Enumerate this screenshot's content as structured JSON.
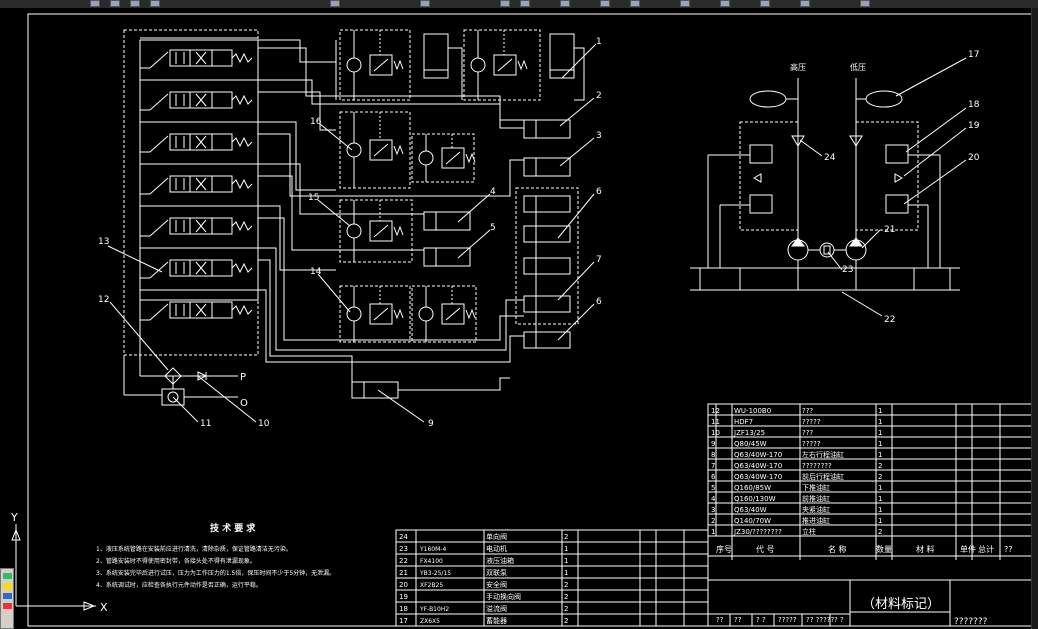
{
  "labels": {
    "c1": "1",
    "c2": "2",
    "c3": "3",
    "c4": "4",
    "c5": "5",
    "c6a": "6",
    "c7": "7",
    "c6b": "6",
    "c9": "9",
    "c10": "10",
    "c11": "11",
    "c12": "12",
    "c13": "13",
    "c14": "14",
    "c15": "15",
    "c16": "16",
    "c17": "17",
    "c18": "18",
    "c19": "19",
    "c20": "20",
    "c21": "21",
    "c22": "22",
    "c23": "23",
    "c24": "24"
  },
  "ports": {
    "p": "P",
    "o": "O"
  },
  "right_diagram": {
    "high_pressure": "高压",
    "low_pressure": "低压"
  },
  "ucs": {
    "x": "X",
    "y": "Y"
  },
  "tech_requirements": {
    "title": "技 术 要 求",
    "items": [
      "1、液压系统管路在安装前应进行清洗，清除杂质，保证管路清洁无污染。",
      "2、管路安装时不得使用密封带，各接头处不得有泄漏现象。",
      "3、系统安装完毕后进行试压，压力为工作压力的1.5倍，保压时间不少于5分钟，无泄漏。",
      "4、系统调试时，应检查各执行元件动作是否正确，运行平稳。"
    ]
  },
  "bom_upper": {
    "rows": [
      {
        "no": "12",
        "code": "WU-100B0",
        "name": "???",
        "qty": "1"
      },
      {
        "no": "11",
        "code": "HDF7",
        "name": "?????",
        "qty": "1"
      },
      {
        "no": "10",
        "code": "JZF13/25",
        "name": "???",
        "qty": "1"
      },
      {
        "no": "9",
        "code": "Q80/45W",
        "name": "?????",
        "qty": "1"
      },
      {
        "no": "8",
        "code": "Q63/40W-170",
        "name": "左右行程油缸",
        "qty": "1"
      },
      {
        "no": "7",
        "code": "Q63/40W-170",
        "name": "????????",
        "qty": "2"
      },
      {
        "no": "6",
        "code": "Q63/40W-170",
        "name": "前后行程油缸",
        "qty": "2"
      },
      {
        "no": "5",
        "code": "Q160/85W",
        "name": "下推油缸",
        "qty": "1"
      },
      {
        "no": "4",
        "code": "Q160/130W",
        "name": "前推油缸",
        "qty": "1"
      },
      {
        "no": "3",
        "code": "Q63/40W",
        "name": "夹紧油缸",
        "qty": "1"
      },
      {
        "no": "2",
        "code": "Q140/70W",
        "name": "推进油缸",
        "qty": "1"
      },
      {
        "no": "1",
        "code": "JZ30/????????",
        "name": "立柱",
        "qty": "2"
      }
    ],
    "header": {
      "no": "序号",
      "code": "代 号",
      "name": "名 称",
      "qty": "数量",
      "material": "材 料",
      "weight1": "单件",
      "weight2": "总计",
      "remark": "??"
    }
  },
  "bom_lower": {
    "rows": [
      {
        "no": "24",
        "code": "",
        "name": "单向阀",
        "qty": "2"
      },
      {
        "no": "23",
        "code": "Y160M-4",
        "name": "电动机",
        "qty": "1"
      },
      {
        "no": "22",
        "code": "FX4100",
        "name": "液压油箱",
        "qty": "1"
      },
      {
        "no": "21",
        "code": "YB3-25/15",
        "name": "双联泵",
        "qty": "1"
      },
      {
        "no": "20",
        "code": "XF2B25",
        "name": "安全阀",
        "qty": "2"
      },
      {
        "no": "19",
        "code": "",
        "name": "手动换向阀",
        "qty": "2"
      },
      {
        "no": "18",
        "code": "YF-B10H2",
        "name": "溢流阀",
        "qty": "2"
      },
      {
        "no": "17",
        "code": "ZX6X5",
        "name": "蓄能器",
        "qty": "2"
      }
    ]
  },
  "title_block": {
    "material_mark": "（材料标记）",
    "bottom_cells": [
      "??",
      "??",
      "? ?",
      "?????",
      "?? ?????",
      "? ?"
    ],
    "drawing_no": "???????"
  }
}
